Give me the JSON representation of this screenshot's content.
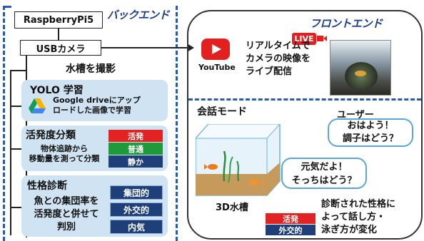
{
  "backend": {
    "title": "バックエンド",
    "device": "RaspberryPi5",
    "camera": "USBカメラ",
    "capture_label": "水槽を撮影",
    "yolo": {
      "title": "YOLO 学習",
      "desc_line1": "Google driveにアップ",
      "desc_line2": "ロードした画像で学習"
    },
    "activity": {
      "title": "活発度分類",
      "desc_line1": "物体追跡から",
      "desc_line2": "移動量を測って分類",
      "levels": [
        "活発",
        "普通",
        "静か"
      ],
      "level_colors": [
        "#e32222",
        "#1f9a3b",
        "#1f3f7a"
      ]
    },
    "personality": {
      "title": "性格診断",
      "desc_line1": "魚との集団率を",
      "desc_line2": "活発度と併せて",
      "desc_line3": "判別",
      "types": [
        "集団的",
        "外交的",
        "内気"
      ]
    }
  },
  "frontend": {
    "title": "フロントエンド",
    "live_label": "LIVE",
    "youtube_label": "YouTube",
    "stream_line1": "リアルタイムで",
    "stream_line2": "カメラの映像を",
    "stream_line3": "ライブ配信",
    "conversation_title": "会話モード",
    "user_label": "ユーザー",
    "user_msg_line1": "おはよう！",
    "user_msg_line2": "調子はどう？",
    "fish_msg_line1": "元気だよ！",
    "fish_msg_line2": "そっちはどう？",
    "tank_label": "3D水槽",
    "result_line1": "診断された性格に",
    "result_line2": "よって話し方・",
    "result_line3": "泳ぎ方が変化",
    "tags": [
      "活発",
      "外交的"
    ],
    "tag_colors": [
      "#e32222",
      "#1f3f7a"
    ]
  },
  "icons": [
    "youtube-icon",
    "live-camera-icon",
    "google-drive-icon",
    "aquarium-icon"
  ]
}
